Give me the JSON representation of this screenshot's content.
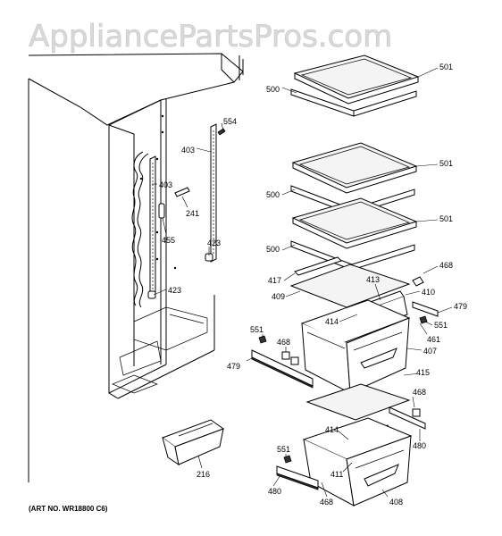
{
  "watermark": "AppliancePartsPros.com",
  "art_number": "(ART NO. WR18800 C6)",
  "callouts": [
    "501",
    "500",
    "554",
    "403",
    "403",
    "241",
    "455",
    "423",
    "423",
    "501",
    "500",
    "501",
    "500",
    "468",
    "417",
    "409",
    "413",
    "410",
    "479",
    "414",
    "551",
    "461",
    "551",
    "468",
    "407",
    "479",
    "415",
    "468",
    "414",
    "480",
    "551",
    "411",
    "216",
    "480",
    "468",
    "408"
  ]
}
